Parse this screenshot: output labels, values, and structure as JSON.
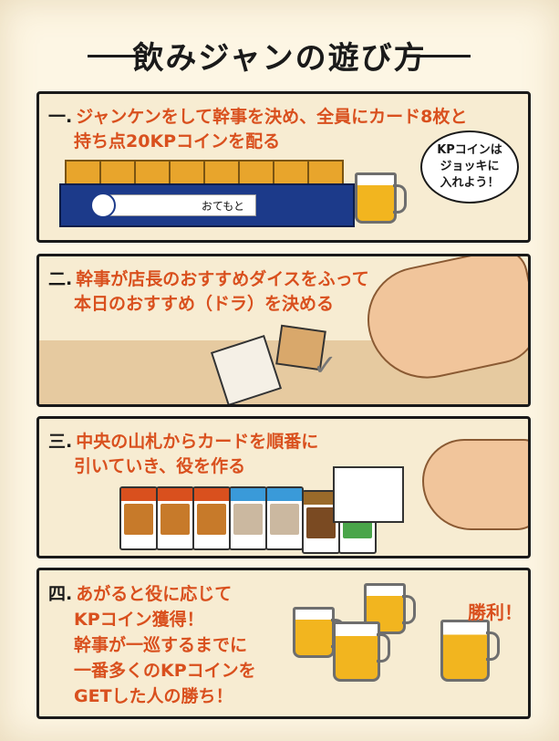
{
  "title": "飲みジャンの遊び方",
  "steps": [
    {
      "num": "一.",
      "line1": "ジャンケンをして幹事を決め、全員にカード8枚と",
      "line2": "持ち点20KPコインを配る"
    },
    {
      "num": "二.",
      "line1": "幹事が店長のおすすめダイスをふって",
      "line2": "本日のおすすめ（ドラ）を決める"
    },
    {
      "num": "三.",
      "line1": "中央の山札からカードを順番に",
      "line2": "引いていき、役を作る"
    },
    {
      "num": "四.",
      "line1": "あがると役に応じて",
      "line2": "KPコイン獲得！",
      "line3": "幹事が一巡するまでに",
      "line4": "一番多くのKPコインを",
      "line5": "GETした人の勝ち！"
    }
  ],
  "bubble": {
    "line1": "KPコインは",
    "line2": "ジョッキに",
    "line3": "入れよう！"
  },
  "mat_label": "おてもと",
  "win_label": "勝利！",
  "colors": {
    "accent": "#d9501e",
    "mat": "#1c3a8a",
    "beer": "#f2b51f",
    "table": "#e6caa0"
  }
}
